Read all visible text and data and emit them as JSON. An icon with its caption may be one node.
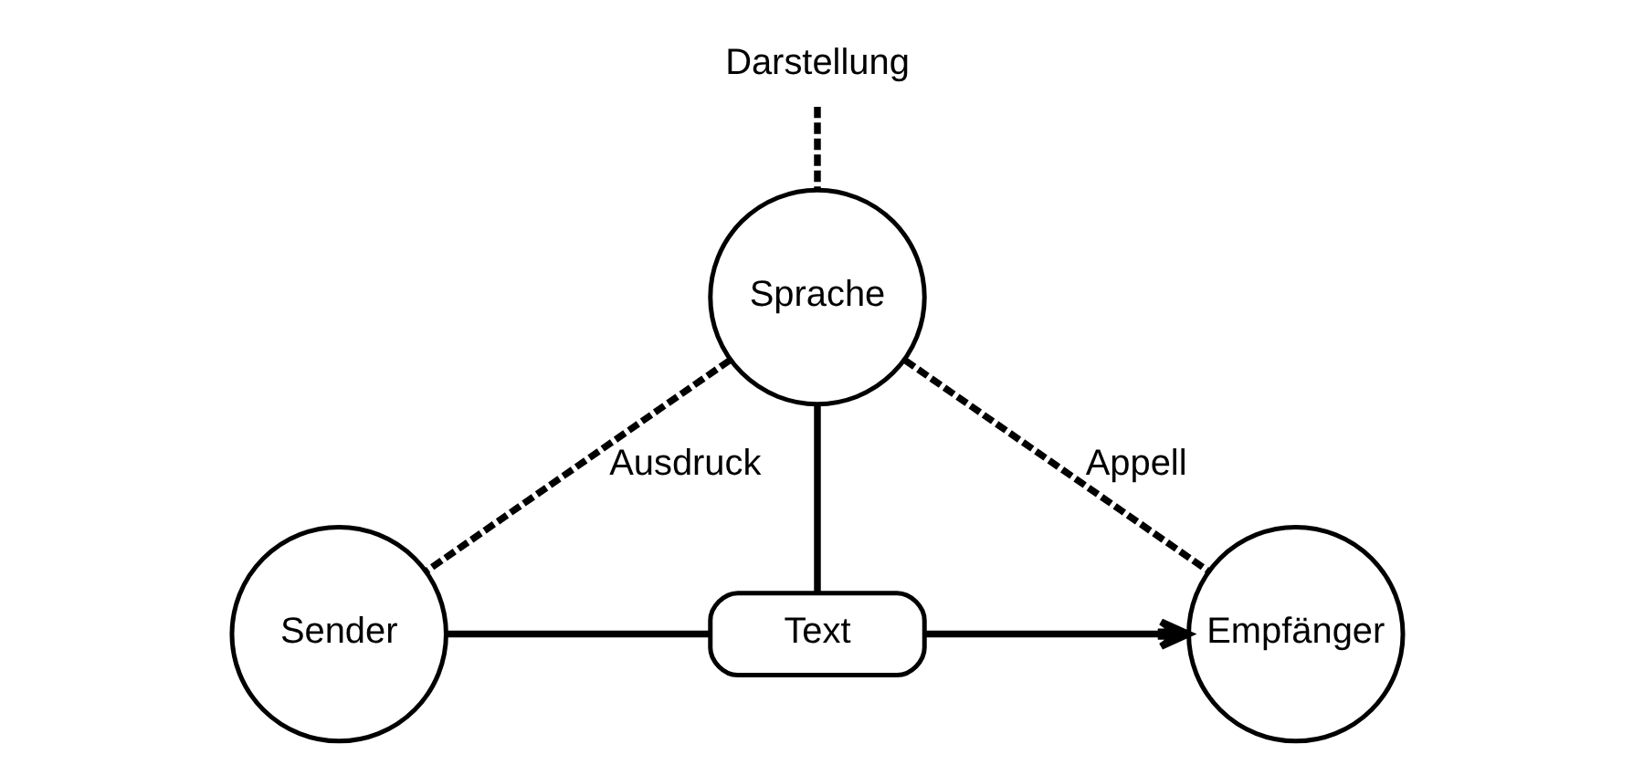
{
  "diagram": {
    "nodes": [
      {
        "text": [
          "Darstellung"
        ]
      },
      {
        "text": [
          "Sprache"
        ]
      },
      {
        "text": [
          "Sender"
        ]
      },
      {
        "text": [
          "Text"
        ]
      },
      {
        "text": [
          "Empfänger"
        ]
      }
    ],
    "edges": [
      {
        "from": 0,
        "to": 1,
        "arrow": "none",
        "style": "dashed"
      },
      {
        "from": 1,
        "to": 2,
        "arrow": "none",
        "style": "dashed",
        "label": "Ausdruck"
      },
      {
        "from": 1,
        "to": 4,
        "arrow": "none",
        "style": "dashed",
        "label": "Appell"
      },
      {
        "from": 1,
        "to": 3,
        "arrow": "none"
      },
      {
        "from": 2,
        "to": 3,
        "arrow": "none"
      },
      {
        "from": 3,
        "to": 4,
        "arrow": "to"
      }
    ]
  }
}
